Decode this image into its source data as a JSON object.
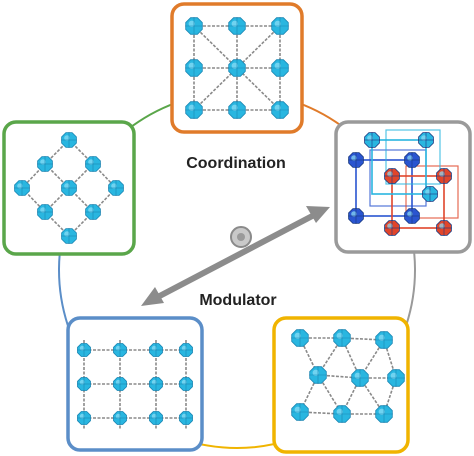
{
  "labels": {
    "coordination": "Coordination",
    "modulator": "Modulator"
  },
  "colors": {
    "orange": "#e07b2a",
    "gray": "#9a9a9a",
    "yellow": "#f0b400",
    "blue": "#5b8ec8",
    "green": "#5aa64a",
    "cluster": "#29b6e0",
    "cluster_dark": "#1a86b3",
    "red_cluster": "#e0452b",
    "royal_cluster": "#2a55d0",
    "linker": "#8a8a8a",
    "arrow": "#8c8c8c"
  },
  "panels": [
    {
      "name": "top-square-framework",
      "border": "orange",
      "motif": "square"
    },
    {
      "name": "right-interpenetrated-framework",
      "border": "gray",
      "motif": "cubes"
    },
    {
      "name": "bottom-right-triangular-framework",
      "border": "yellow",
      "motif": "tri"
    },
    {
      "name": "bottom-left-pillared-framework",
      "border": "blue",
      "motif": "pillars"
    },
    {
      "name": "left-diamond-framework",
      "border": "green",
      "motif": "diamond"
    }
  ]
}
